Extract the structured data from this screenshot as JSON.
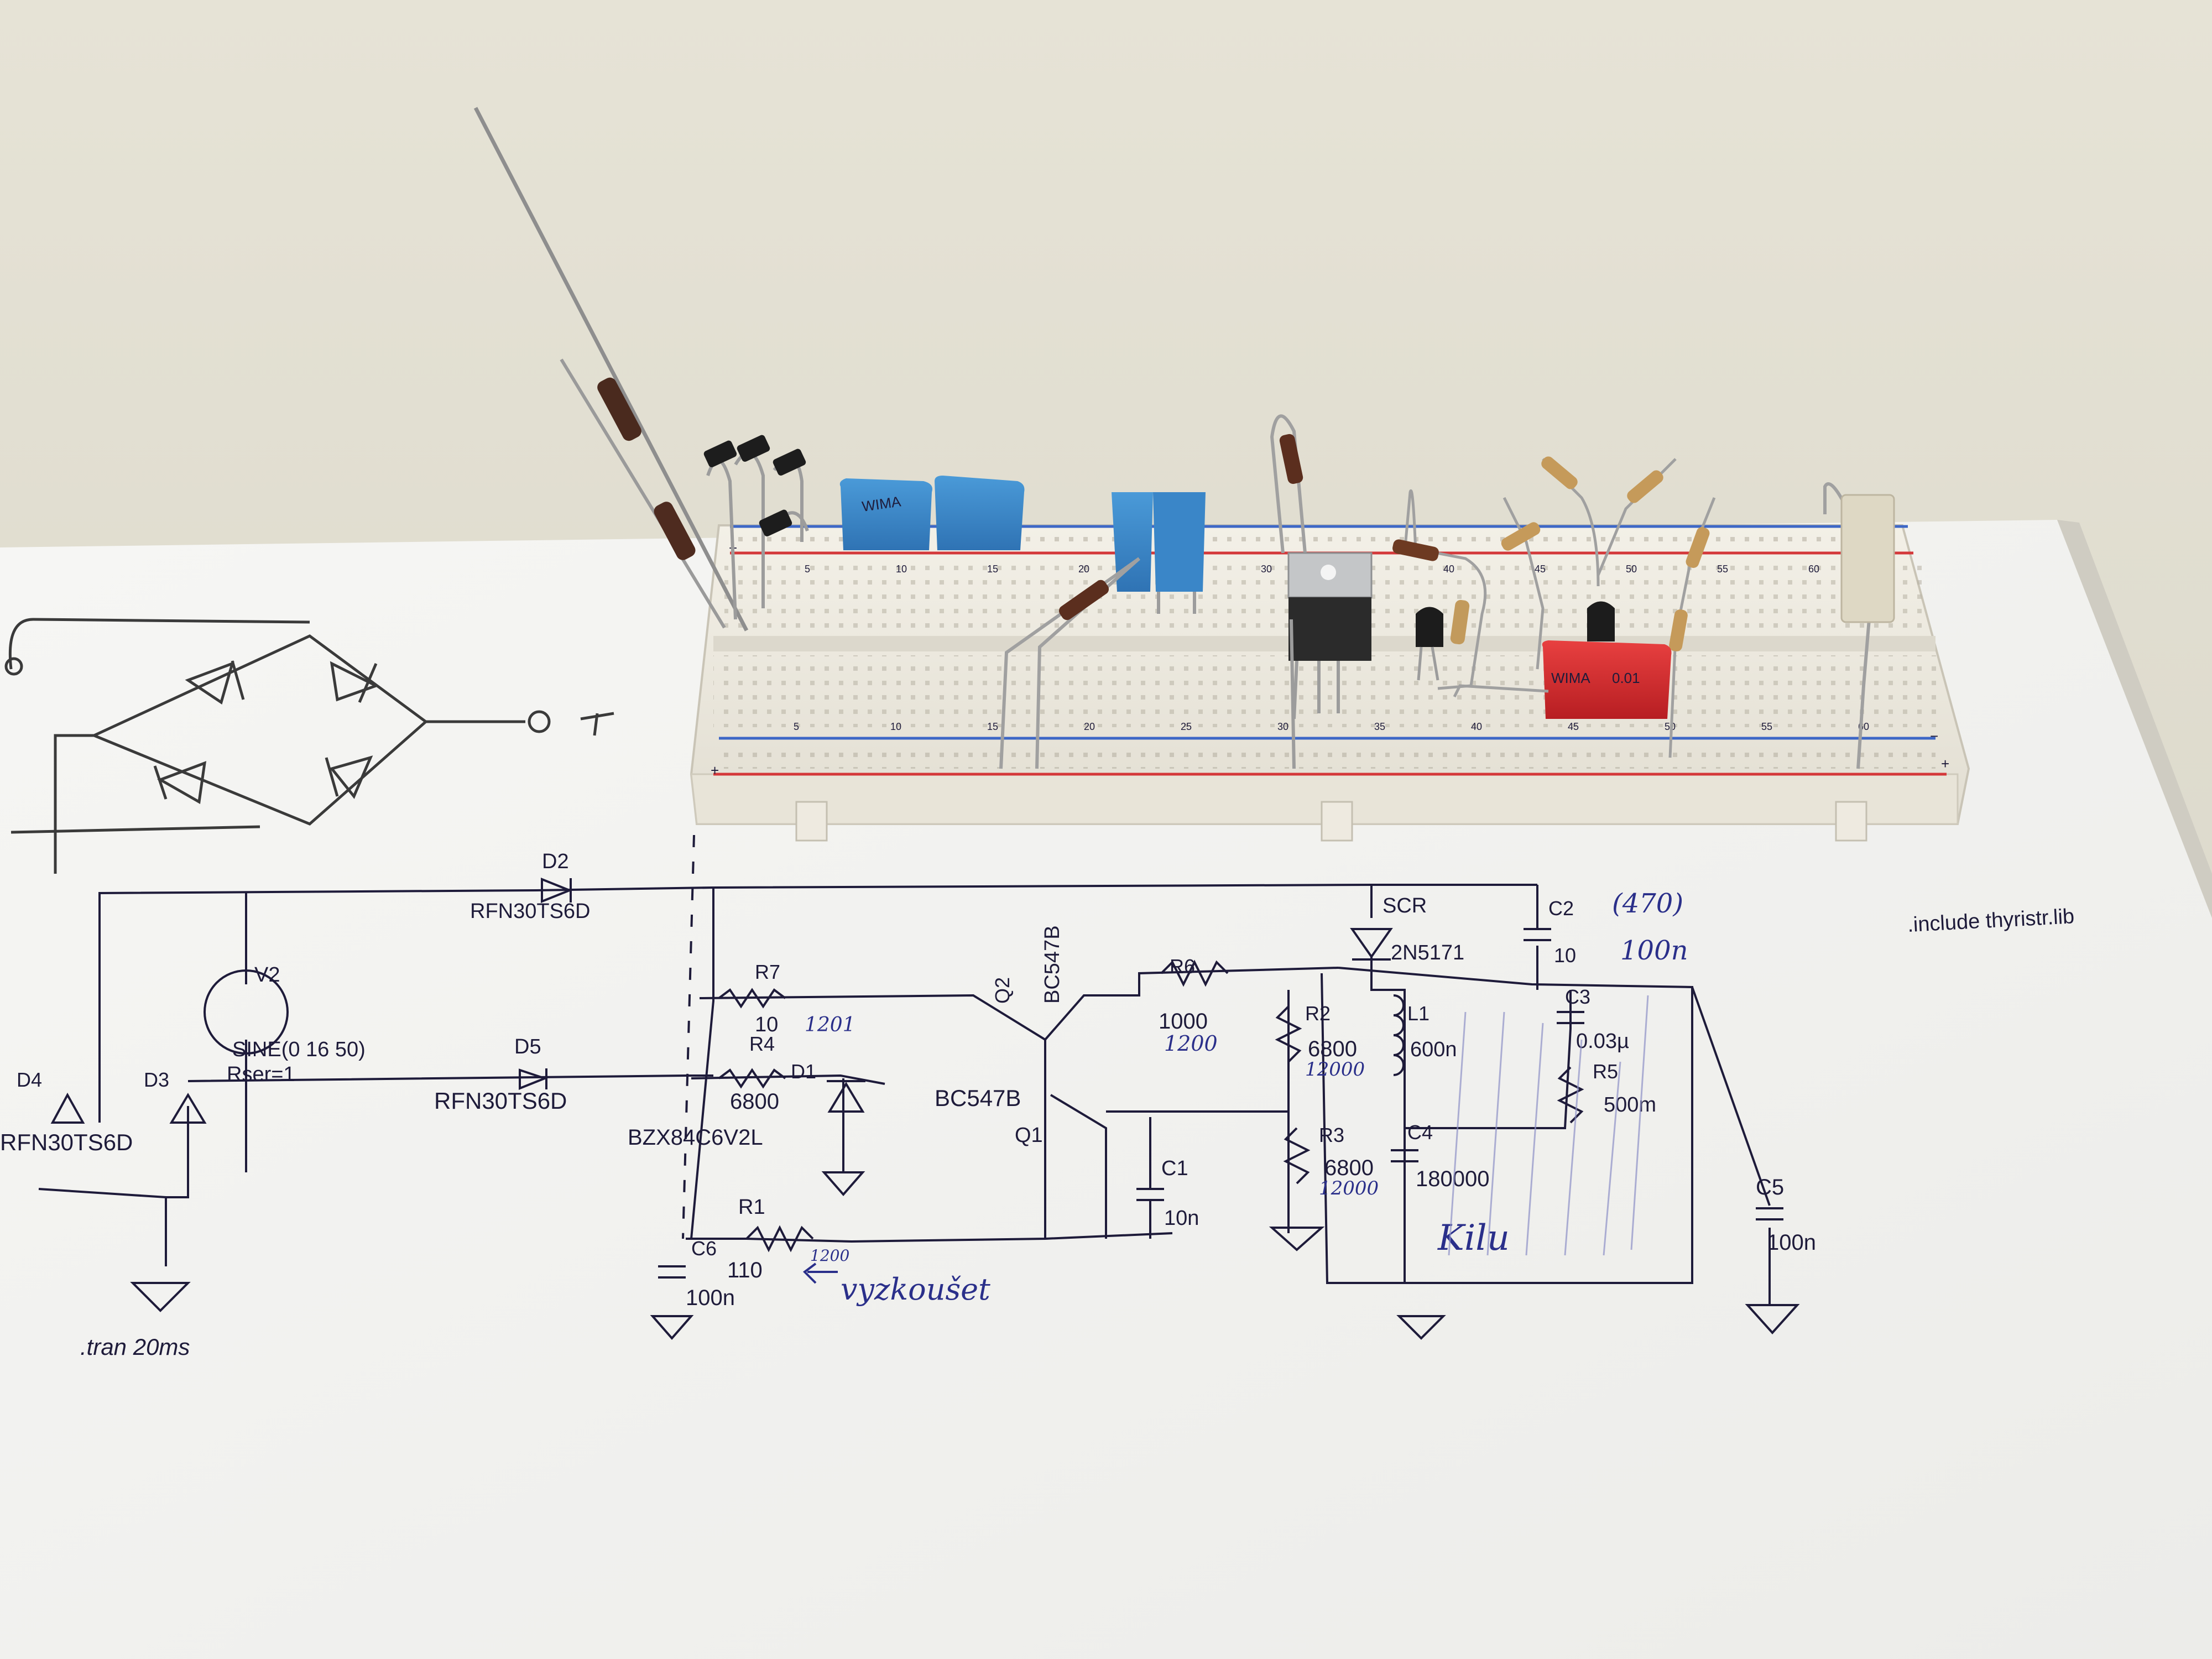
{
  "photo": {
    "background_color": "#e3e0d3",
    "paper_color": "#f2f2f0",
    "ink_color": "#2a2f8a",
    "print_color": "#1e1b3a",
    "breadboard_color": "#efece2"
  },
  "breadboard": {
    "row_numbers": [
      "5",
      "10",
      "15",
      "20",
      "25",
      "30",
      "35",
      "40",
      "45",
      "50",
      "55",
      "60"
    ],
    "rail_plus": "+",
    "rail_minus": "−"
  },
  "components": {
    "wima_blue_1": "WIMA",
    "wima_red": "WIMA",
    "wima_red_value": "0.01"
  },
  "schematic": {
    "printed": {
      "d2": "D2",
      "d2_part": "RFN30TS6D",
      "v2": "V2",
      "v2_source": "SINE(0 16 50)",
      "v2_rser": "Rser=1",
      "d5": "D5",
      "d5_part": "RFN30TS6D",
      "d4": "D4",
      "d3": "D3",
      "d4_part": "RFN30TS6D",
      "tran": ".tran 20ms",
      "r7": "R7",
      "r7_value": "10",
      "r4": "R4",
      "r4_value": "6800",
      "d1": "D1",
      "d1_part": "BZX84C6V2L",
      "q2": "Q2",
      "q2_part": "BC547B",
      "q1": "Q1",
      "q1_part": "BC547B",
      "r6": "R6",
      "r6_value": "1000",
      "scr": "SCR",
      "scr_part": "2N5171",
      "r2": "R2",
      "r2_value": "6800",
      "l1": "L1",
      "l1_value": "600n",
      "c2": "C2",
      "c2_value": "10",
      "c3": "C3",
      "c3_value": "0.03µ",
      "r5": "R5",
      "r5_value": "500m",
      "r3": "R3",
      "r3_value": "6800",
      "c4": "C4",
      "c4_value": "180000",
      "c1": "C1",
      "c1_value": "10n",
      "r1": "R1",
      "r1_value": "110",
      "c6": "C6",
      "c6_value": "100n",
      "c5": "C5",
      "c5_value": "100n",
      "include": ".include thyristr.lib"
    },
    "handwritten": {
      "r7_note": "1201",
      "r6_note": "1200",
      "r2_note": "12000",
      "r3_note": "12000",
      "r1_note": "1200",
      "c2_note": "(470)",
      "c2_note2": "100n",
      "c4_note": "Kilu",
      "r1_arrow_note": "vyzkoušet"
    }
  }
}
